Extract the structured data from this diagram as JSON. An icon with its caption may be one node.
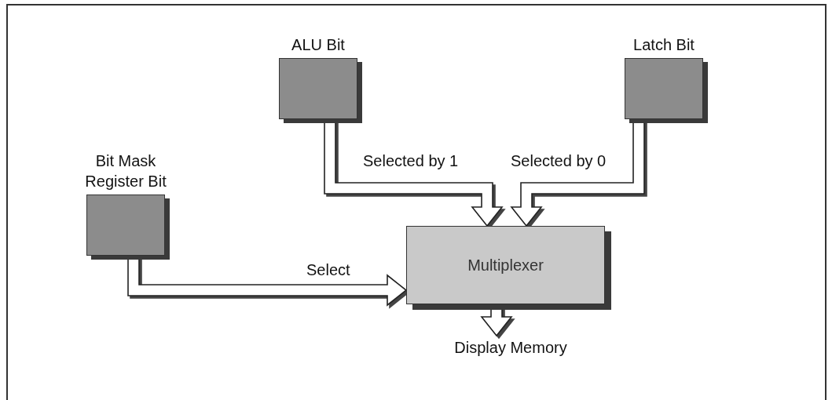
{
  "diagram": {
    "nodes": [
      {
        "text": [
          "ALU Bit"
        ]
      },
      {
        "text": [
          "Latch Bit"
        ]
      },
      {
        "text": [
          "Bit Mask Register Bit"
        ]
      },
      {
        "text": [
          "Multiplexer"
        ]
      },
      {
        "text": [
          "Display Memory"
        ]
      }
    ],
    "edges": [
      {
        "from": 0,
        "to": 3,
        "arrow": "to",
        "label": "Selected by 1"
      },
      {
        "from": 1,
        "to": 3,
        "arrow": "to",
        "label": "Selected by 0"
      },
      {
        "from": 2,
        "to": 3,
        "arrow": "to",
        "label": "Select"
      },
      {
        "from": 3,
        "to": 4,
        "arrow": "to"
      }
    ]
  }
}
